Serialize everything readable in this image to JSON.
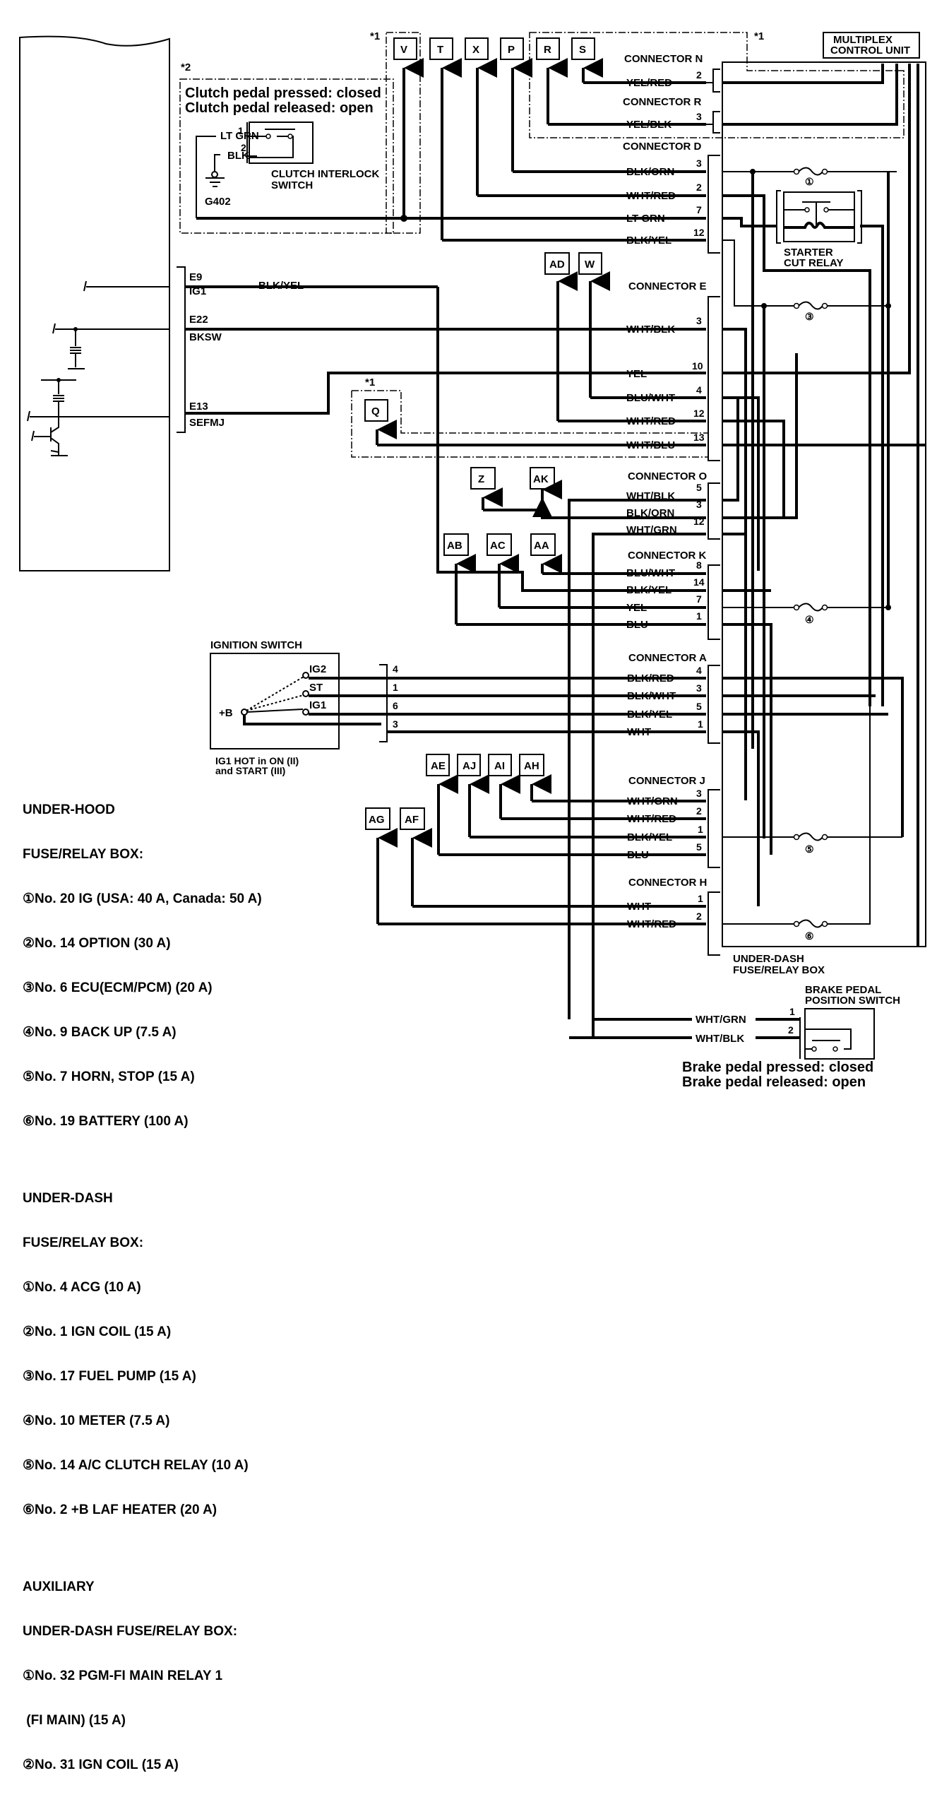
{
  "notes": {
    "star1": "*1",
    "star2": "*2"
  },
  "clutch_switch": {
    "state_pressed": "Clutch pedal pressed: closed",
    "state_released": "Clutch pedal released: open",
    "wire_1": "LT GRN",
    "pin_1": "1",
    "wire_2": "BLK",
    "pin_2": "2",
    "name_line1": "CLUTCH INTERLOCK",
    "name_line2": "SWITCH",
    "ground": "G402"
  },
  "multiplex": {
    "line1": "MULTIPLEX",
    "line2": "CONTROL UNIT"
  },
  "top_terminals": [
    "V",
    "T",
    "X",
    "P",
    "R",
    "S"
  ],
  "mid_terminals": [
    "AD",
    "W",
    "Q",
    "Z",
    "AK",
    "AB",
    "AC",
    "AA"
  ],
  "low_terminals": [
    "AE",
    "AJ",
    "AI",
    "AH",
    "AG",
    "AF"
  ],
  "ecm": {
    "pins": [
      {
        "code": "E9",
        "name": "IG1",
        "wire": "BLK/YEL"
      },
      {
        "code": "E22",
        "name": "BKSW"
      },
      {
        "code": "E13",
        "name": "SEFMJ"
      }
    ]
  },
  "connectors": [
    {
      "name": "CONNECTOR N",
      "wires": [
        {
          "color": "YEL/RED",
          "pin": "2"
        }
      ]
    },
    {
      "name": "CONNECTOR R",
      "wires": [
        {
          "color": "YEL/BLK",
          "pin": "3"
        }
      ]
    },
    {
      "name": "CONNECTOR D",
      "wires": [
        {
          "color": "BLK/ORN",
          "pin": "3"
        },
        {
          "color": "WHT/RED",
          "pin": "2"
        },
        {
          "color": "LT GRN",
          "pin": "7"
        },
        {
          "color": "BLK/YEL",
          "pin": "12"
        }
      ]
    },
    {
      "name": "CONNECTOR E",
      "wires": [
        {
          "color": "WHT/BLK",
          "pin": "3"
        },
        {
          "color": "YEL",
          "pin": "10"
        },
        {
          "color": "BLU/WHT",
          "pin": "4"
        },
        {
          "color": "WHT/RED",
          "pin": "12"
        },
        {
          "color": "WHT/BLU",
          "pin": "13"
        }
      ]
    },
    {
      "name": "CONNECTOR O",
      "wires": [
        {
          "color": "WHT/BLK",
          "pin": "5"
        },
        {
          "color": "BLK/ORN",
          "pin": "3"
        },
        {
          "color": "WHT/GRN",
          "pin": "12"
        }
      ]
    },
    {
      "name": "CONNECTOR K",
      "wires": [
        {
          "color": "BLU/WHT",
          "pin": "8"
        },
        {
          "color": "BLK/YEL",
          "pin": "14"
        },
        {
          "color": "YEL",
          "pin": "7"
        },
        {
          "color": "BLU",
          "pin": "1"
        }
      ]
    },
    {
      "name": "CONNECTOR A",
      "wires": [
        {
          "color": "BLK/RED",
          "pin": "4"
        },
        {
          "color": "BLK/WHT",
          "pin": "3"
        },
        {
          "color": "BLK/YEL",
          "pin": "5"
        },
        {
          "color": "WHT",
          "pin": "1"
        }
      ]
    },
    {
      "name": "CONNECTOR J",
      "wires": [
        {
          "color": "WHT/GRN",
          "pin": "3"
        },
        {
          "color": "WHT/RED",
          "pin": "2"
        },
        {
          "color": "BLK/YEL",
          "pin": "1"
        },
        {
          "color": "BLU",
          "pin": "5"
        }
      ]
    },
    {
      "name": "CONNECTOR H",
      "wires": [
        {
          "color": "WHT",
          "pin": "1"
        },
        {
          "color": "WHT/RED",
          "pin": "2"
        }
      ]
    }
  ],
  "relay": {
    "line1": "STARTER",
    "line2": "CUT RELAY"
  },
  "fuse_marks": [
    "①",
    "③",
    "④",
    "⑤",
    "⑥"
  ],
  "ignition": {
    "title": "IGNITION SWITCH",
    "battery": "+B",
    "positions": [
      "IG2",
      "ST",
      "IG1"
    ],
    "pins": [
      "4",
      "1",
      "6",
      "3"
    ],
    "note_line1": "IG1 HOT in ON (II)",
    "note_line2": "and START (III)"
  },
  "underdash_box": {
    "line1": "UNDER-DASH",
    "line2": "FUSE/RELAY BOX"
  },
  "brake_switch": {
    "title_line1": "BRAKE PEDAL",
    "title_line2": "POSITION SWITCH",
    "wire_1": "WHT/GRN",
    "pin_1": "1",
    "wire_2": "WHT/BLK",
    "pin_2": "2",
    "state_pressed": "Brake pedal pressed: closed",
    "state_released": "Brake pedal released: open"
  },
  "legend": {
    "groups": [
      {
        "title_lines": [
          "UNDER-HOOD",
          "FUSE/RELAY BOX:"
        ],
        "items": [
          "①No. 20 IG (USA: 40 A, Canada: 50 A)",
          "②No. 14 OPTION (30 A)",
          "③No. 6 ECU(ECM/PCM) (20 A)",
          "④No. 9 BACK UP (7.5 A)",
          "⑤No. 7 HORN, STOP (15 A)",
          "⑥No. 19 BATTERY (100 A)"
        ]
      },
      {
        "title_lines": [
          "UNDER-DASH",
          "FUSE/RELAY BOX:"
        ],
        "items": [
          "①No. 4 ACG (10 A)",
          "②No. 1 IGN COIL (15 A)",
          "③No. 17 FUEL PUMP (15 A)",
          "④No. 10 METER (7.5 A)",
          "⑤No. 14 A/C CLUTCH RELAY (10 A)",
          "⑥No. 2 +B LAF HEATER (20 A)"
        ]
      },
      {
        "title_lines": [
          "AUXILIARY",
          "UNDER-DASH FUSE/RELAY BOX:"
        ],
        "items": [
          "①No. 32 PGM-FI MAIN RELAY 1",
          " (FI MAIN) (15 A)",
          "②No. 31 IGN COIL (15 A)"
        ]
      }
    ]
  }
}
